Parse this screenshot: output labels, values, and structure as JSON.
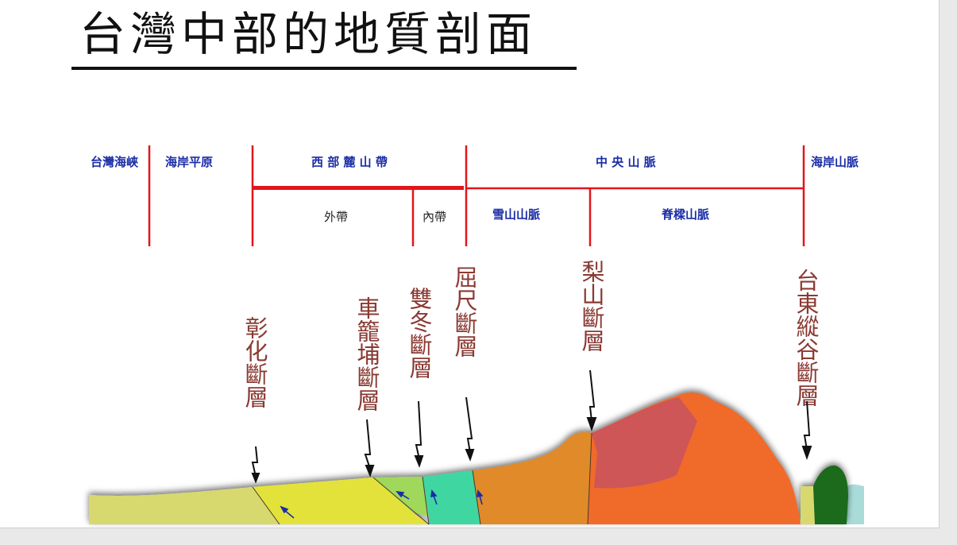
{
  "title": "台灣中部的地質剖面",
  "regions": {
    "taiwan_strait": "台灣海峽",
    "coastal_plain": "海岸平原",
    "western_foothills": "西 部 麓 山 帶",
    "central_range": "中 央 山 脈",
    "coastal_range": "海岸山脈"
  },
  "subregions": {
    "outer_belt": "外帶",
    "inner_belt": "內帶",
    "hsuehshan_range": "雪山山脈",
    "backbone_range": "脊樑山脈"
  },
  "faults": {
    "changhua": "彰化斷層",
    "chelungpu": "車籠埔斷層",
    "shuangtung": "雙冬斷層",
    "chuchih": "屈尺斷層",
    "lishan": "梨山斷層",
    "taitung_valley": "台東縱谷斷層"
  },
  "colors": {
    "region_text": "#1a2da6",
    "divider": "#e3141b",
    "fault_text": "#8a3a33",
    "layer_plain": "#d7d96e",
    "layer_outer": "#e3e23a",
    "layer_inner_green": "#9fd85a",
    "layer_teal": "#3fd6a2",
    "layer_hsuehshan": "#e08a2c",
    "layer_backbone": "#f06a2a",
    "layer_backbone_top": "#cf5656",
    "layer_coastal": "#1f6b1f",
    "sea": "#a9dcd9"
  }
}
